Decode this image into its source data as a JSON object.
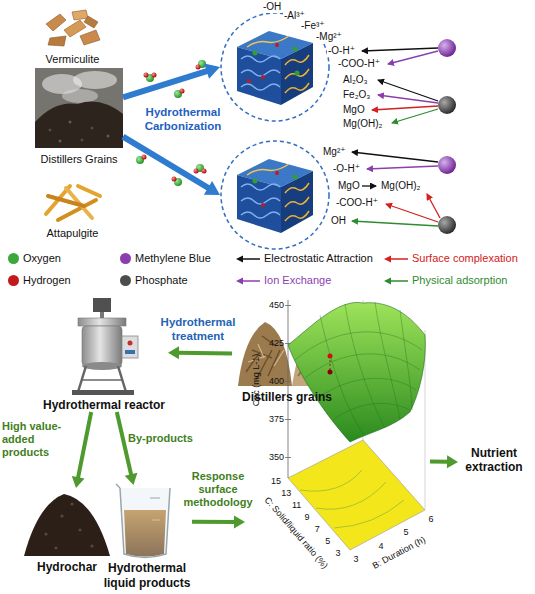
{
  "diagram": {
    "nodes": [
      {
        "text": [
          "Vermiculite"
        ]
      },
      {
        "text": [
          "Distillers Grains"
        ]
      },
      {
        "text": [
          "Attapulgite"
        ]
      },
      {
        "text": [
          "-OH",
          "-Al³⁺",
          "-Fe³⁺",
          "-Mg²⁺",
          "-O-H⁺",
          "-COO-H⁺",
          "Al₂O₃",
          "Fe₂O₃",
          "MgO",
          "Mg(OH)₂"
        ]
      },
      {
        "text": [
          "Mg²⁺",
          "-O-H⁺",
          "MgO",
          "Mg(OH)₂",
          "-COO-H⁺",
          "OH"
        ]
      },
      {
        "text": [
          "Hydrothermal reactor"
        ]
      },
      {
        "text": [
          "Distillers grains"
        ]
      },
      {
        "text": [
          "Hydrochar"
        ]
      },
      {
        "text": [
          "Hydrothermal liquid products"
        ]
      },
      {
        "text": [
          "Cpc (mg L-1)",
          "B: Duration (h)",
          "C: Solid/liquid ratio (%)"
        ]
      },
      {
        "text": [
          "Nutrient extraction"
        ]
      }
    ],
    "edges": [
      {
        "from": 1,
        "to": 3,
        "arrow": "to"
      },
      {
        "from": 1,
        "to": 4,
        "arrow": "to"
      },
      {
        "from": 6,
        "to": 5,
        "arrow": "to",
        "label": "Hydrothermal treatment"
      },
      {
        "from": 5,
        "to": 7,
        "arrow": "to",
        "label": "High value-added products"
      },
      {
        "from": 5,
        "to": 8,
        "arrow": "to",
        "label": "By-products"
      },
      {
        "from": 8,
        "to": 9,
        "arrow": "to",
        "label": "Response surface methodology"
      },
      {
        "from": 9,
        "to": 10,
        "arrow": "to"
      }
    ],
    "labels": [
      "Hydrothermal Carbonization",
      "450",
      "425",
      "400",
      "375",
      "350",
      "15",
      "13",
      "11",
      "9",
      "7",
      "5",
      "3",
      "3",
      "4",
      "5",
      "6"
    ],
    "legend": [
      {
        "text": "Oxygen",
        "color": "#3aa83a"
      },
      {
        "text": "Methylene Blue",
        "color": "#8b3fae"
      },
      {
        "text": "Electrostatic Attraction"
      },
      {
        "text": "Surface complexation"
      },
      {
        "text": "Hydrogen",
        "color": "#c21a1a"
      },
      {
        "text": "Phosphate",
        "color": "#4d4d4d"
      },
      {
        "text": "Ion Exchange"
      },
      {
        "text": "Physical adsorption"
      }
    ]
  }
}
